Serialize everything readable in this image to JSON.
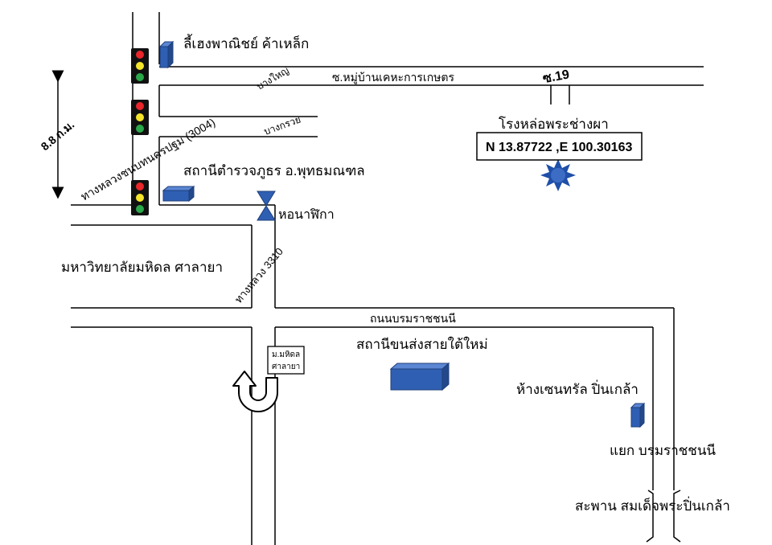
{
  "labels": {
    "steel_shop": "ลี้เฮงพาณิชย์ ค้าเหล็ก",
    "soi_mu_ban": "ซ.หมู่บ้านเคหะการเกษตร",
    "bang_yai": "บางใหญ่",
    "bang_kruai": "บางกรวย",
    "soi_19": "ซ.19",
    "foundry": "โรงหล่อพระช่างผา",
    "coordinates": "N 13.87722 ,E 100.30163",
    "distance": "8.8 ก.ม.",
    "highway_3004": "ทางหลวงชนบทนครปฐม (3004)",
    "police": "สถานีตำรวจภูธร อ.พุทธมณฑล",
    "clock_tower": "หอนาฬิกา",
    "mahidol": "มหาวิทยาลัยมหิดล ศาลายา",
    "highway_3310": "ทางหลวง 3310",
    "borommaratchachonnani_rd": "ถนนบรมราชชนนี",
    "bus_terminal": "สถานีขนส่งสายใต้ใหม่",
    "mahidol_sign_1": "ม.มหิดล",
    "mahidol_sign_2": "ศาลายา",
    "central": "ห้างเซนทรัล ปิ่นเกล้า",
    "intersection": "แยก บรมราชชนนี",
    "bridge": "สะพาน สมเด็จพระปิ่นเกล้า"
  },
  "colors": {
    "building": "#2f5fb3",
    "light_red": "#e8262b",
    "light_yellow": "#f4e52a",
    "light_green": "#2aa84a",
    "sun": "#1f4fa8"
  },
  "icons": [
    "traffic-light-icon",
    "building-icon",
    "clock-tower-icon",
    "u-turn-icon",
    "sun-icon",
    "distance-arrow-icon"
  ]
}
